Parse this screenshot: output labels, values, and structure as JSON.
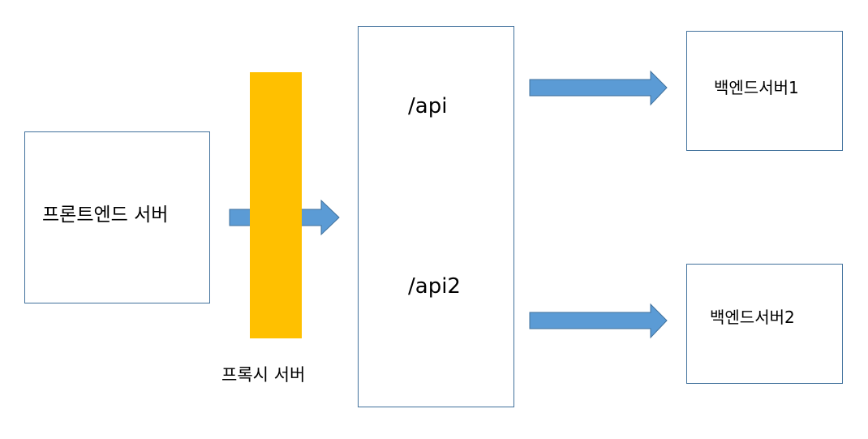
{
  "colors": {
    "box_border": "#41719c",
    "arrow_fill": "#5b9bd5",
    "arrow_stroke": "#41719c",
    "proxy_fill": "#ffc000"
  },
  "frontend": {
    "label": "프론트엔드 서버"
  },
  "proxy": {
    "label": "프록시 서버"
  },
  "router": {
    "route1": "/api",
    "route2": "/api2"
  },
  "backends": [
    {
      "label": "백엔드서버1"
    },
    {
      "label": "백엔드서버2"
    }
  ]
}
